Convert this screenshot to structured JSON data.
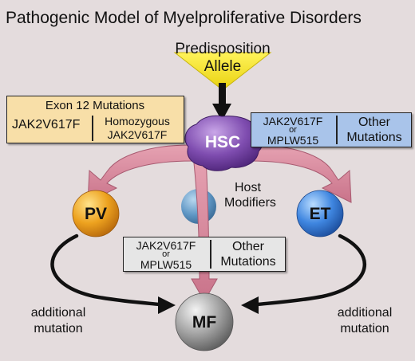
{
  "title": "Pathogenic Model of Myelproliferative Disorders",
  "predisposition": {
    "line1": "Predisposition",
    "line2": "Allele"
  },
  "host_modifiers": {
    "line1": "Host",
    "line2": "Modifiers"
  },
  "nodes": {
    "hsc": "HSC",
    "pv": "PV",
    "et": "ET",
    "mf": "MF"
  },
  "pv_box": {
    "header": "Exon 12 Mutations",
    "left": "JAK2V617F",
    "right_line1": "Homozygous",
    "right_line2": "JAK2V617F"
  },
  "et_box": {
    "left_line1": "JAK2V617F",
    "left_or": "or",
    "left_line2": "MPLW515",
    "right_line1": "Other",
    "right_line2": "Mutations"
  },
  "mf_box": {
    "left_line1": "JAK2V617F",
    "left_or": "or",
    "left_line2": "MPLW515",
    "right_line1": "Other",
    "right_line2": "Mutations"
  },
  "additional_left": {
    "line1": "additional",
    "line2": "mutation"
  },
  "additional_right": {
    "line1": "additional",
    "line2": "mutation"
  },
  "colors": {
    "background": "#e4dcdd",
    "pink_arrow": "#d98a9c",
    "hsc": "#7b4aa6",
    "pv": "#e89a1f",
    "et": "#3f7fd6",
    "host": "#5f96c4",
    "mf": "#9a9a9a",
    "predisposition": "#f2e61e",
    "pv_box": "#f8dfa8",
    "et_box": "#a9c4ea",
    "mf_box": "#e6e6e6"
  }
}
